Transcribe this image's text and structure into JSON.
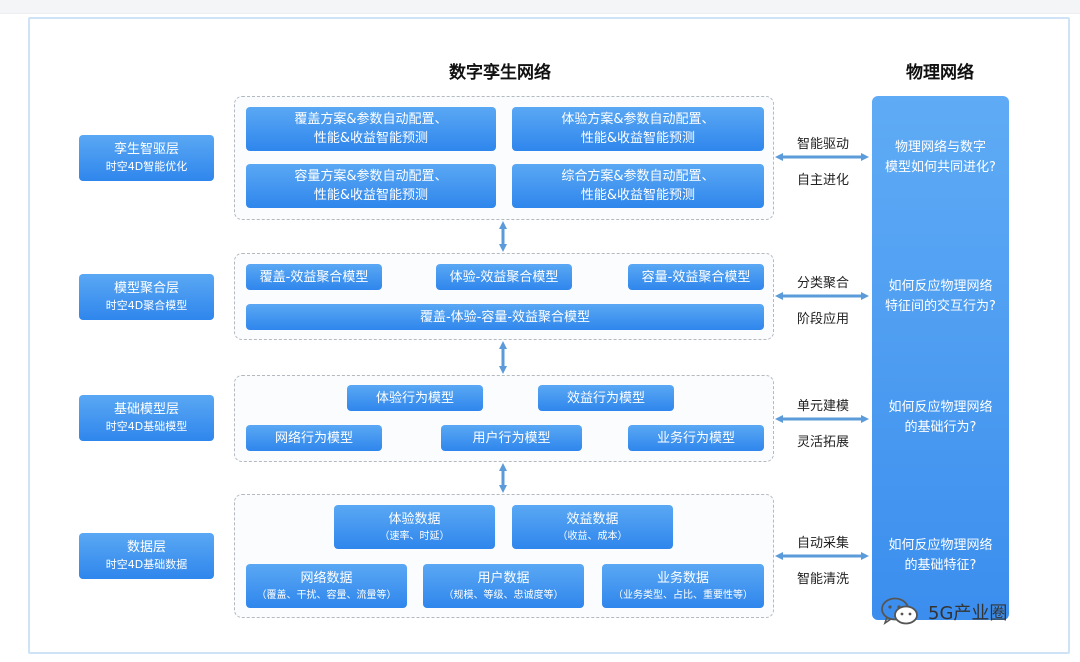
{
  "titles": {
    "digital": "数字孪生网络",
    "physical": "物理网络"
  },
  "layers": [
    {
      "title": "孪生智驱层",
      "sub": "时空4D智能优化"
    },
    {
      "title": "模型聚合层",
      "sub": "时空4D聚合模型"
    },
    {
      "title": "基础模型层",
      "sub": "时空4D基础模型"
    },
    {
      "title": "数据层",
      "sub": "时空4D基础数据"
    }
  ],
  "drive": [
    {
      "l1": "覆盖方案&参数自动配置、",
      "l2": "性能&收益智能预测"
    },
    {
      "l1": "体验方案&参数自动配置、",
      "l2": "性能&收益智能预测"
    },
    {
      "l1": "容量方案&参数自动配置、",
      "l2": "性能&收益智能预测"
    },
    {
      "l1": "综合方案&参数自动配置、",
      "l2": "性能&收益智能预测"
    }
  ],
  "aggregate": {
    "coverage": "覆盖-效益聚合模型",
    "experience": "体验-效益聚合模型",
    "capacity": "容量-效益聚合模型",
    "combined": "覆盖-体验-容量-效益聚合模型"
  },
  "base": {
    "experience": "体验行为模型",
    "benefit": "效益行为模型",
    "network": "网络行为模型",
    "user": "用户行为模型",
    "service": "业务行为模型"
  },
  "data": {
    "experience": {
      "title": "体验数据",
      "sub": "（速率、时延）"
    },
    "benefit": {
      "title": "效益数据",
      "sub": "（收益、成本）"
    },
    "network": {
      "title": "网络数据",
      "sub": "（覆盖、干扰、容量、流量等）"
    },
    "user": {
      "title": "用户数据",
      "sub": "（规模、等级、忠诚度等）"
    },
    "service": {
      "title": "业务数据",
      "sub": "（业务类型、占比、重要性等）"
    }
  },
  "connectors": [
    {
      "l1": "智能驱动",
      "l2": "自主进化"
    },
    {
      "l1": "分类聚合",
      "l2": "阶段应用"
    },
    {
      "l1": "单元建模",
      "l2": "灵活拓展"
    },
    {
      "l1": "自动采集",
      "l2": "智能清洗"
    }
  ],
  "physical_questions": [
    {
      "l1": "物理网络与数字",
      "l2": "模型如何共同进化?"
    },
    {
      "l1": "如何反应物理网络",
      "l2": "特征间的交互行为?"
    },
    {
      "l1": "如何反应物理网络",
      "l2": "的基础行为?"
    },
    {
      "l1": "如何反应物理网络",
      "l2": "的基础特征?"
    }
  ],
  "watermark": "5G产业圈",
  "icons": {
    "arrow": "double-arrow-icon",
    "wechat": "wechat-icon"
  },
  "colors": {
    "accent": "#3b8eee",
    "arrow": "#5b9bd9",
    "dashed": "#b4b9c0"
  }
}
